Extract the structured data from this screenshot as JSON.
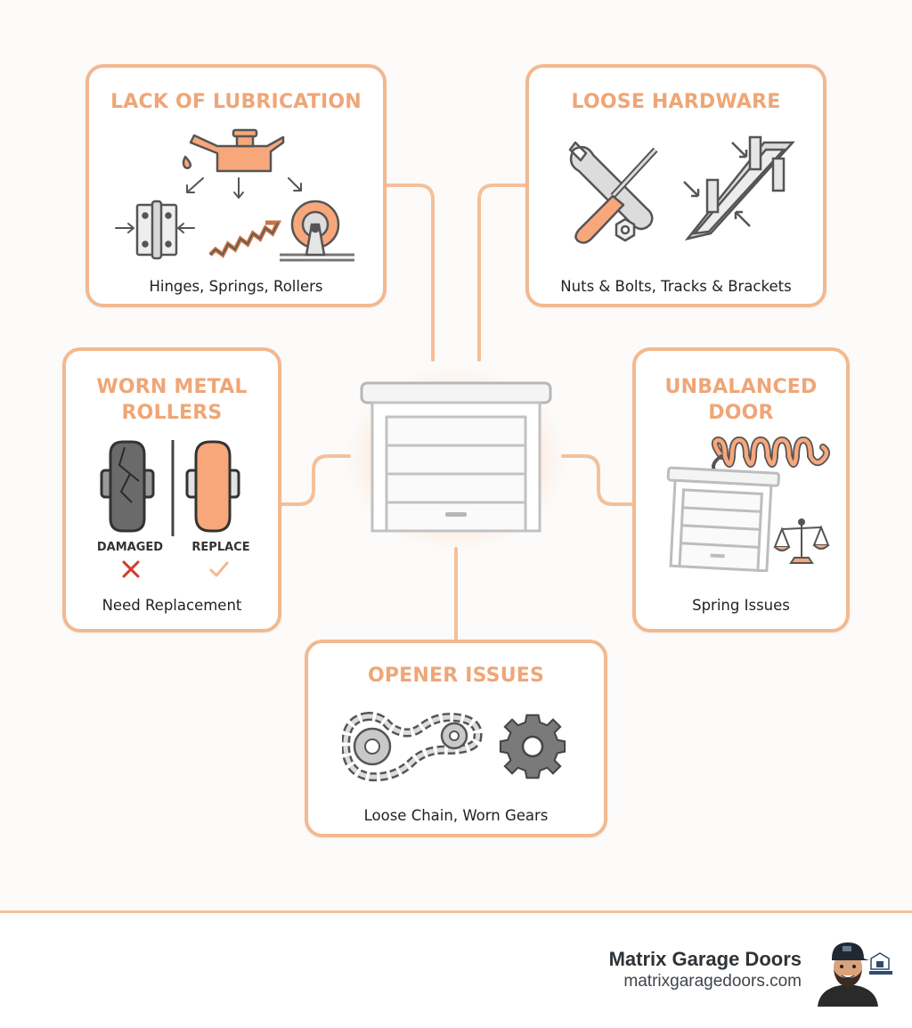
{
  "colors": {
    "accent": "#efa677",
    "border": "#f2b98f",
    "fill": "#f7a77a",
    "line": "#5a5a5a",
    "error": "#d33a2c"
  },
  "hub": {
    "icon": "garage-door-icon"
  },
  "cards": {
    "lubrication": {
      "title": "LACK OF LUBRICATION",
      "caption": "Hinges, Springs, Rollers",
      "icons": [
        "oil-can-icon",
        "hinge-icon",
        "spring-icon",
        "roller-icon"
      ]
    },
    "hardware": {
      "title": "LOOSE HARDWARE",
      "caption": "Nuts & Bolts, Tracks & Brackets",
      "icons": [
        "wrench-screwdriver-icon",
        "nut-icon",
        "track-bracket-icon"
      ]
    },
    "rollers": {
      "title_line1": "WORN METAL",
      "title_line2": "ROLLERS",
      "damaged_label": "DAMAGED",
      "replace_label": "REPLACE",
      "caption": "Need Replacement",
      "icons": [
        "damaged-roller-icon",
        "new-roller-icon",
        "x-mark-icon",
        "check-mark-icon"
      ]
    },
    "balance": {
      "title_line1": "UNBALANCED",
      "title_line2": "DOOR",
      "caption": "Spring Issues",
      "icons": [
        "spring-icon",
        "garage-door-icon",
        "balance-scale-icon"
      ]
    },
    "opener": {
      "title": "OPENER ISSUES",
      "caption": "Loose Chain, Worn Gears",
      "icons": [
        "chain-sprocket-icon",
        "gear-icon"
      ]
    }
  },
  "footer": {
    "brand_name": "Matrix Garage Doors",
    "brand_url": "matrixgaragedoors.com",
    "avatar_icon": "avatar-icon"
  }
}
